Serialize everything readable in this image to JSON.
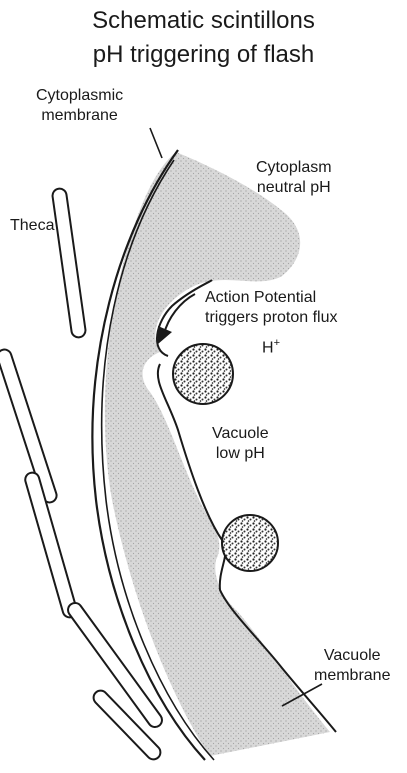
{
  "title": {
    "line1": "Schematic scintillons",
    "line2": "pH triggering of flash"
  },
  "labels": {
    "cytoplasmic_membrane": {
      "line1": "Cytoplasmic",
      "line2": "membrane"
    },
    "theca": "Theca",
    "cytoplasm": {
      "line1": "Cytoplasm",
      "line2": "neutral pH"
    },
    "action_potential": {
      "line1": "Action Potential",
      "line2": "triggers proton flux"
    },
    "proton": {
      "base": "H",
      "sup": "+"
    },
    "vacuole": {
      "line1": "Vacuole",
      "line2": "low pH"
    },
    "vacuole_membrane": {
      "line1": "Vacuole",
      "line2": "membrane"
    }
  }
}
